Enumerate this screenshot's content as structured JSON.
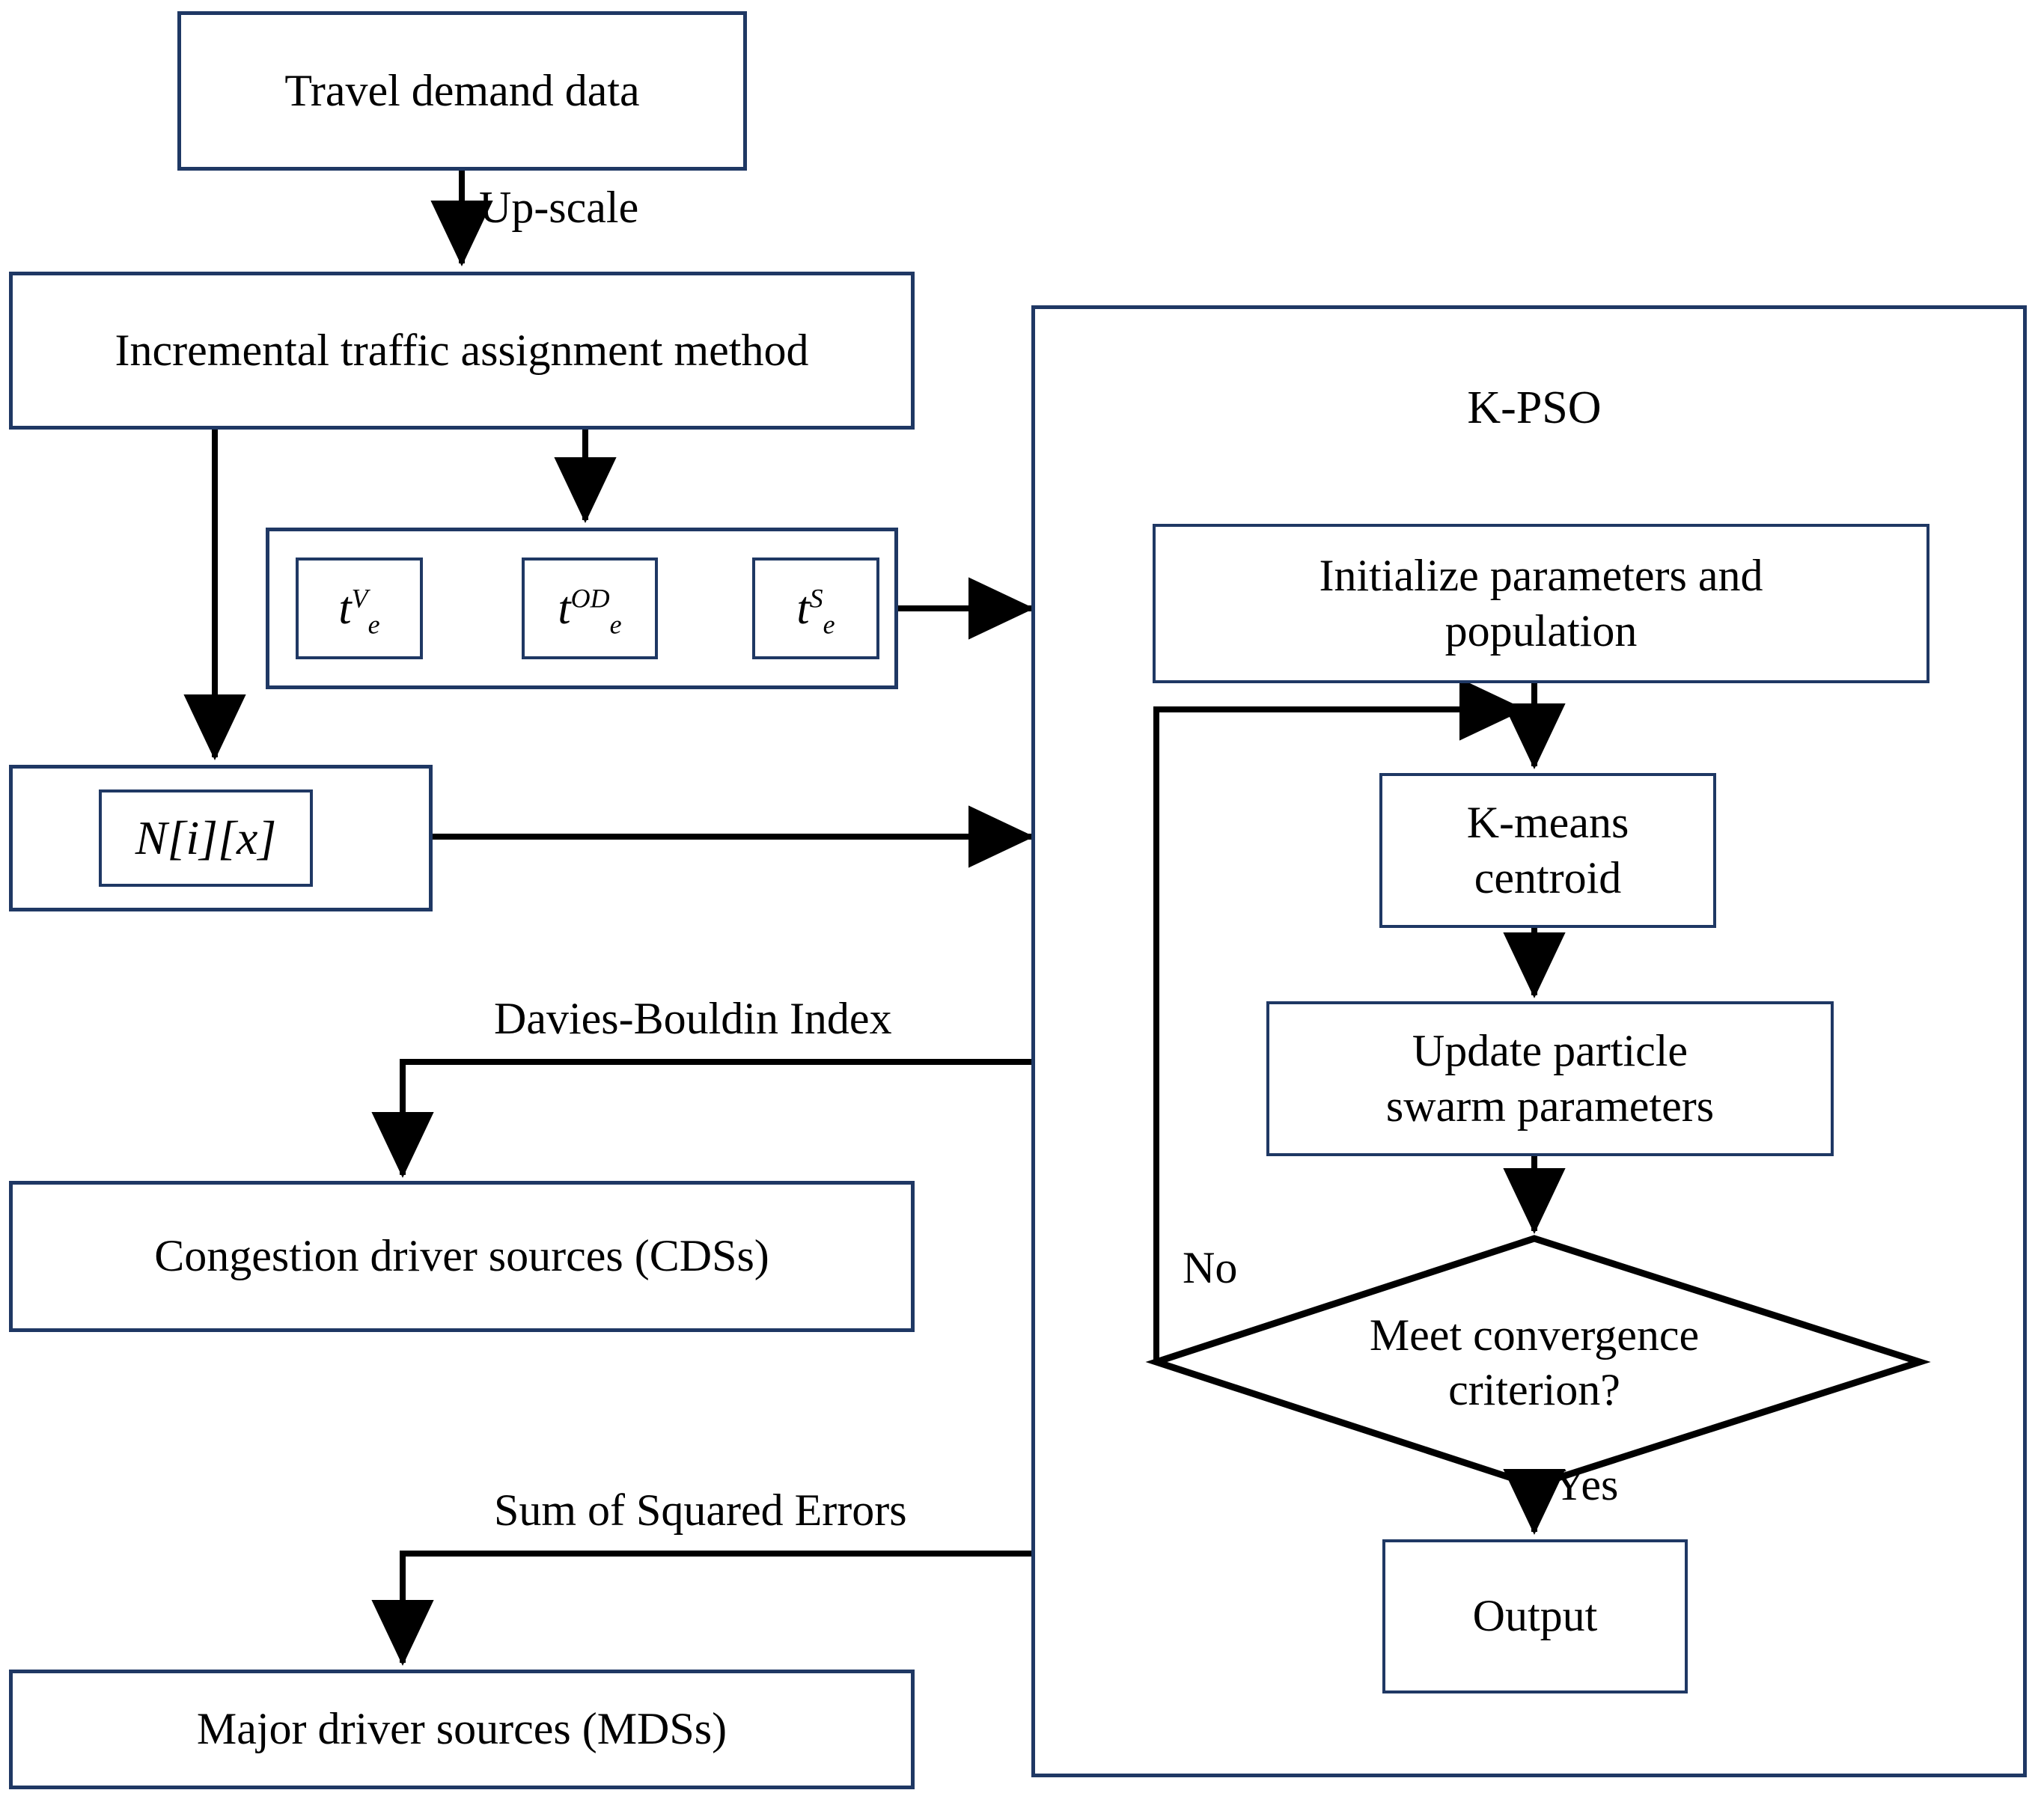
{
  "diagram": {
    "type": "flowchart",
    "title_text": "K-PSO",
    "border_color": "#1F3864",
    "line_color": "#000000",
    "background": "#ffffff"
  },
  "left_flow": {
    "travel_demand": "Travel demand data",
    "upscale_label": "Up-scale",
    "incremental": "Incremental traffic assignment method",
    "cost_chain": {
      "t_v": {
        "base": "t",
        "sup": "V",
        "sub": "e"
      },
      "t_od": {
        "base": "t",
        "sup": "OD",
        "sub": "e"
      },
      "t_s": {
        "base": "t",
        "sup": "S",
        "sub": "e"
      }
    },
    "matrix_node": "N[i][x]",
    "dbi_label": "Davies-Bouldin Index",
    "cds": "Congestion driver sources (CDSs)",
    "sse_label": "Sum of Squared Errors",
    "mds": "Major driver sources (MDSs)"
  },
  "kpso_panel": {
    "title": "K-PSO",
    "initialize": "Initialize parameters and\npopulation",
    "kmeans": "K-means\ncentroid",
    "update": "Update particle\nswarm parameters",
    "decision": "Meet convergence\ncriterion?",
    "branch_no": "No",
    "branch_yes": "Yes",
    "output": "Output"
  }
}
